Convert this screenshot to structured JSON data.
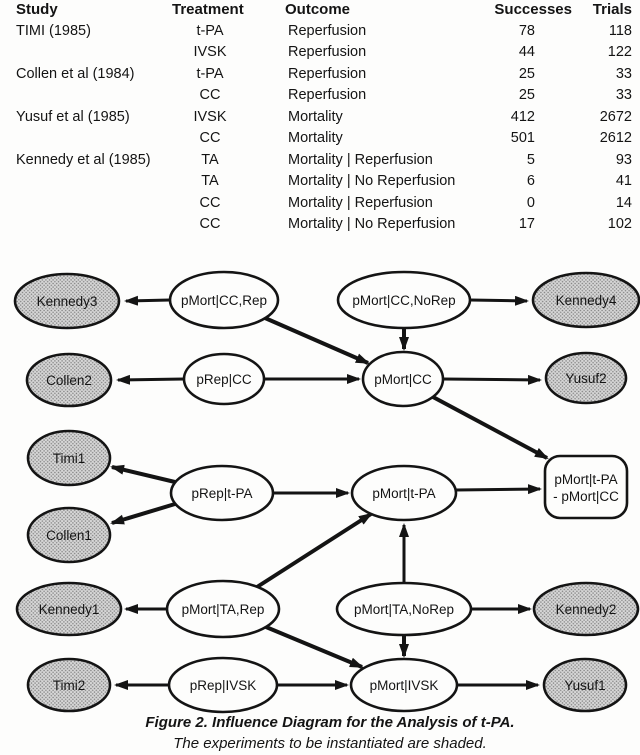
{
  "table": {
    "headers": {
      "study": "Study",
      "treatment": "Treatment",
      "outcome": "Outcome",
      "successes": "Successes",
      "trials": "Trials"
    },
    "rows": [
      {
        "study": "TIMI (1985)",
        "treatment": "t-PA",
        "outcome": "Reperfusion",
        "successes": "78",
        "trials": "118"
      },
      {
        "study": "",
        "treatment": "IVSK",
        "outcome": "Reperfusion",
        "successes": "44",
        "trials": "122"
      },
      {
        "study": "Collen et al (1984)",
        "treatment": "t-PA",
        "outcome": "Reperfusion",
        "successes": "25",
        "trials": "33"
      },
      {
        "study": "",
        "treatment": "CC",
        "outcome": "Reperfusion",
        "successes": "25",
        "trials": "33"
      },
      {
        "study": "Yusuf et al (1985)",
        "treatment": "IVSK",
        "outcome": "Mortality",
        "successes": "412",
        "trials": "2672"
      },
      {
        "study": "",
        "treatment": "CC",
        "outcome": "Mortality",
        "successes": "501",
        "trials": "2612"
      },
      {
        "study": "Kennedy et al (1985)",
        "treatment": "TA",
        "outcome": "Mortality | Reperfusion",
        "successes": "5",
        "trials": "93"
      },
      {
        "study": "",
        "treatment": "TA",
        "outcome": "Mortality | No Reperfusion",
        "successes": "6",
        "trials": "41"
      },
      {
        "study": "",
        "treatment": "CC",
        "outcome": "Mortality | Reperfusion",
        "successes": "0",
        "trials": "14"
      },
      {
        "study": "",
        "treatment": "CC",
        "outcome": "Mortality | No Reperfusion",
        "successes": "17",
        "trials": "102"
      }
    ]
  },
  "diagram": {
    "nodes": {
      "kennedy3": {
        "label": "Kennedy3",
        "shaded": true
      },
      "pmort_cc_rep": {
        "label": "pMort|CC,Rep",
        "shaded": false
      },
      "pmort_cc_norep": {
        "label": "pMort|CC,NoRep",
        "shaded": false
      },
      "kennedy4": {
        "label": "Kennedy4",
        "shaded": true
      },
      "collen2": {
        "label": "Collen2",
        "shaded": true
      },
      "prep_cc": {
        "label": "pRep|CC",
        "shaded": false
      },
      "pmort_cc": {
        "label": "pMort|CC",
        "shaded": false
      },
      "yusuf2": {
        "label": "Yusuf2",
        "shaded": true
      },
      "timi1": {
        "label": "Timi1",
        "shaded": true
      },
      "prep_tpa": {
        "label": "pRep|t-PA",
        "shaded": false
      },
      "pmort_tpa": {
        "label": "pMort|t-PA",
        "shaded": false
      },
      "collen1": {
        "label": "Collen1",
        "shaded": true
      },
      "value_node": {
        "line1": "pMort|t-PA",
        "line2": "- pMort|CC",
        "shaded": false
      },
      "kennedy1": {
        "label": "Kennedy1",
        "shaded": true
      },
      "pmort_ta_rep": {
        "label": "pMort|TA,Rep",
        "shaded": false
      },
      "pmort_ta_norep": {
        "label": "pMort|TA,NoRep",
        "shaded": false
      },
      "kennedy2": {
        "label": "Kennedy2",
        "shaded": true
      },
      "timi2": {
        "label": "Timi2",
        "shaded": true
      },
      "prep_ivsk": {
        "label": "pRep|IVSK",
        "shaded": false
      },
      "pmort_ivsk": {
        "label": "pMort|IVSK",
        "shaded": false
      },
      "yusuf1": {
        "label": "Yusuf1",
        "shaded": true
      }
    },
    "edges": [
      {
        "from": "pMort|CC,Rep",
        "to": "Kennedy3"
      },
      {
        "from": "pMort|CC,Rep",
        "to": "pMort|CC"
      },
      {
        "from": "pMort|CC,NoRep",
        "to": "Kennedy4"
      },
      {
        "from": "pMort|CC,NoRep",
        "to": "pMort|CC"
      },
      {
        "from": "pRep|CC",
        "to": "Collen2"
      },
      {
        "from": "pRep|CC",
        "to": "pMort|CC"
      },
      {
        "from": "pMort|CC",
        "to": "Yusuf2"
      },
      {
        "from": "pMort|CC",
        "to": "pMort|t-PA - pMort|CC"
      },
      {
        "from": "pRep|t-PA",
        "to": "Timi1"
      },
      {
        "from": "pRep|t-PA",
        "to": "Collen1"
      },
      {
        "from": "pRep|t-PA",
        "to": "pMort|t-PA"
      },
      {
        "from": "pMort|t-PA",
        "to": "pMort|t-PA - pMort|CC"
      },
      {
        "from": "pMort|TA,Rep",
        "to": "Kennedy1"
      },
      {
        "from": "pMort|TA,Rep",
        "to": "pMort|t-PA"
      },
      {
        "from": "pMort|TA,Rep",
        "to": "pMort|IVSK"
      },
      {
        "from": "pMort|TA,NoRep",
        "to": "Kennedy2"
      },
      {
        "from": "pMort|TA,NoRep",
        "to": "pMort|t-PA"
      },
      {
        "from": "pMort|TA,NoRep",
        "to": "pMort|IVSK"
      },
      {
        "from": "pRep|IVSK",
        "to": "Timi2"
      },
      {
        "from": "pRep|IVSK",
        "to": "pMort|IVSK"
      },
      {
        "from": "pMort|IVSK",
        "to": "Yusuf1"
      }
    ]
  },
  "caption": {
    "line1": "Figure 2.  Influence Diagram for the Analysis of t-PA.",
    "line2": "The experiments to be instantiated are shaded."
  },
  "colors": {
    "ink": "#141414",
    "paper": "#fdfdfc",
    "shade_base": "#d8d8d8",
    "shade_dot": "#848484"
  }
}
